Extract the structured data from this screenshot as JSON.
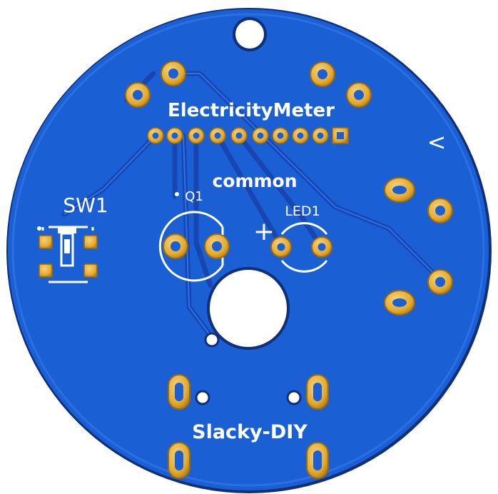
{
  "board": {
    "title": "ElectricityMeter",
    "group_label": "common",
    "credit": "Slacky-DIY",
    "colors": {
      "background": "#ffffff",
      "copper": "#1b5fd4",
      "copper_edge": "#0e2f7a",
      "trace": "#1746b0",
      "pad": "#e8b33a",
      "pad_dark": "#b77d12",
      "silkscreen": "#ffffff"
    }
  },
  "designators": {
    "switch": "SW1",
    "transistor": "Q1",
    "led": "LED1",
    "led_polarity": "+",
    "arrow": "<"
  }
}
